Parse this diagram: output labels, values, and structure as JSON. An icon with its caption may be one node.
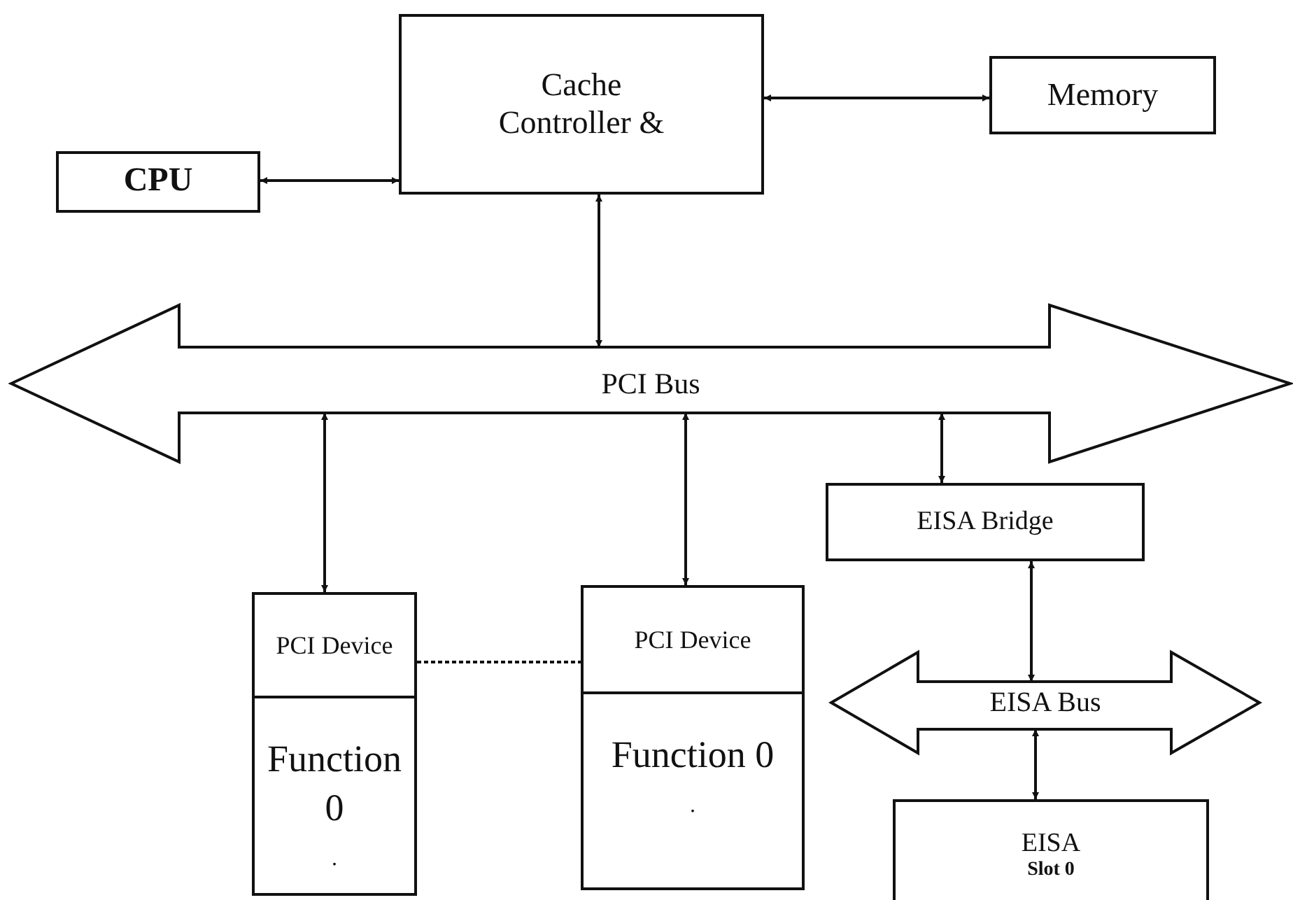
{
  "diagram": {
    "nodes": [
      {
        "text": [
          "CPU"
        ]
      },
      {
        "text": [
          "Cache Controller &"
        ]
      },
      {
        "text": [
          "Memory"
        ]
      },
      {
        "text": [
          "PCI Bus"
        ]
      },
      {
        "text": [
          "PCI Device",
          "Function 0",
          "."
        ]
      },
      {
        "text": [
          "PCI Device",
          "Function 0",
          "."
        ]
      },
      {
        "text": [
          "EISA Bridge"
        ]
      },
      {
        "text": [
          "EISA Bus"
        ]
      },
      {
        "text": [
          "EISA",
          "Slot 0"
        ]
      }
    ],
    "edges": [
      {
        "from": 0,
        "to": 1,
        "arrow": "both"
      },
      {
        "from": 1,
        "to": 2,
        "arrow": "both"
      },
      {
        "from": 1,
        "to": 3,
        "arrow": "both"
      },
      {
        "from": 3,
        "to": 4,
        "arrow": "both"
      },
      {
        "from": 3,
        "to": 5,
        "arrow": "both"
      },
      {
        "from": 3,
        "to": 6,
        "arrow": "both"
      },
      {
        "from": 6,
        "to": 7,
        "arrow": "both"
      },
      {
        "from": 7,
        "to": 8,
        "arrow": "both"
      },
      {
        "from": 4,
        "to": 5,
        "arrow": "none",
        "style": "dashed"
      }
    ]
  }
}
